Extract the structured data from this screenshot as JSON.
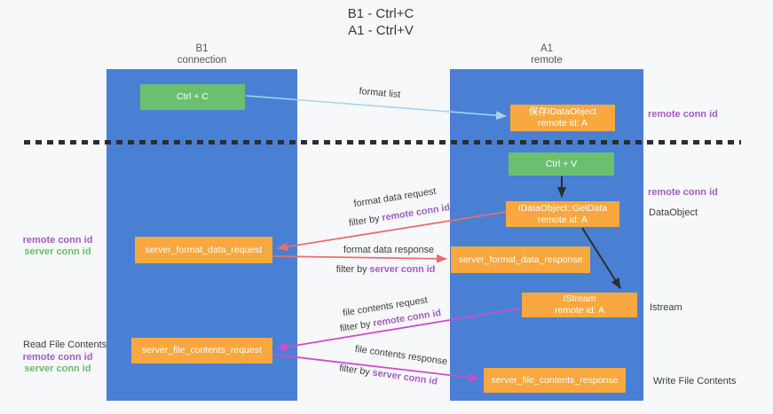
{
  "title": {
    "line1": "B1 - Ctrl+C",
    "line2": "A1 - Ctrl+V"
  },
  "columns": {
    "left": {
      "name": "B1",
      "subtitle": "connection"
    },
    "right": {
      "name": "A1",
      "subtitle": "remote"
    }
  },
  "nodes": {
    "ctrl_c": {
      "label": "Ctrl + C"
    },
    "save_idataobject": {
      "line1": "保存IDataObject",
      "line2": "remote id: A"
    },
    "ctrl_v": {
      "label": "Ctrl + V"
    },
    "getdata": {
      "line1": "IDataObject::GetData",
      "line2": "remote id: A"
    },
    "server_format_data_request": {
      "label": "server_format_data_request"
    },
    "server_format_data_response": {
      "label": "server_format_data_response"
    },
    "istream": {
      "line1": "IStream",
      "line2": "remote id: A"
    },
    "server_file_contents_request": {
      "label": "server_file_contents_request"
    },
    "server_file_contents_response": {
      "label": "server_file_contents_response"
    }
  },
  "flow_labels": {
    "format_list": "format list",
    "format_data_request": "format data request",
    "format_data_response": "format data response",
    "file_contents_request": "file contents request",
    "file_contents_response": "file contents response",
    "filter_by": "filter by ",
    "remote_conn_id": "remote conn id",
    "server_conn_id": "server conn id"
  },
  "side_labels": {
    "right_remote_conn_id_1": "remote conn id",
    "right_remote_conn_id_2": "remote conn id",
    "dataobject": "DataObject",
    "istream": "Istream",
    "write_file_contents": "Write File Contents",
    "read_file_contents": "Read File Contents",
    "left_remote_conn_id_1": "remote conn id",
    "left_server_conn_id_1": "server conn id",
    "left_remote_conn_id_2": "remote conn id",
    "left_server_conn_id_2": "server conn id"
  },
  "colors": {
    "lifeline_blue": "#4a80d4",
    "node_green": "#6cbf6f",
    "node_orange": "#f8a83e",
    "arrow_light_blue": "#a8d3f0",
    "arrow_salmon": "#e76f6f",
    "arrow_magenta": "#cc4ecc",
    "arrow_black": "#2d2d2d",
    "accent_purple": "#a55cc5",
    "accent_green": "#68bd6c",
    "background": "#f7f8fa"
  }
}
